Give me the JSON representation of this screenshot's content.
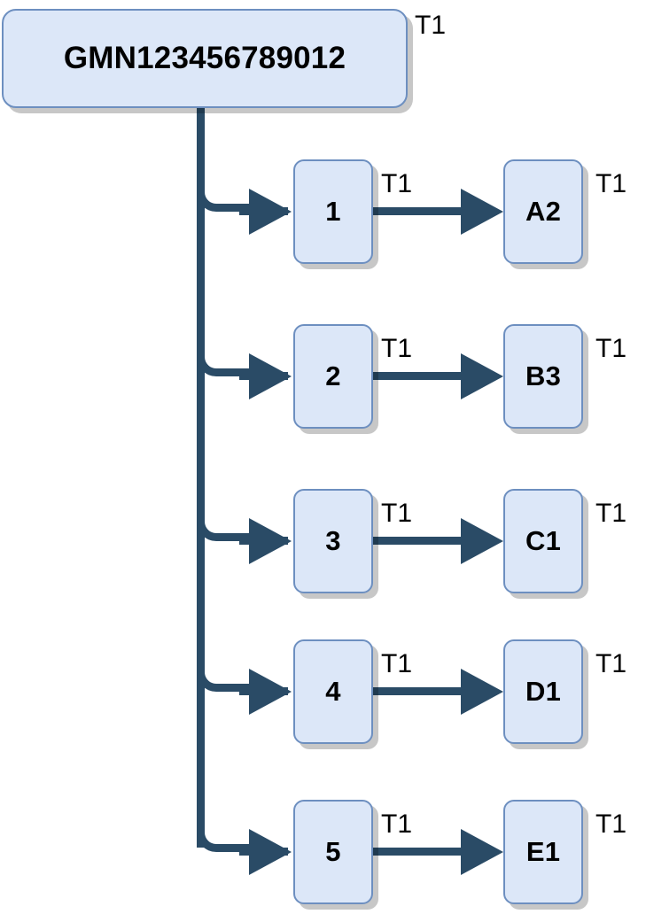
{
  "diagram": {
    "type": "tree",
    "background_color": "#ffffff",
    "node_fill": "#dce7f8",
    "node_border": "#6d8fc0",
    "connector_color": "#2a4b66",
    "shadow_color": "#b8b8b8",
    "root": {
      "label": "GMN123456789012",
      "edge_label": "T1"
    },
    "branches": [
      {
        "middle": "1",
        "middle_edge_label": "T1",
        "end": "A2",
        "end_edge_label": "T1"
      },
      {
        "middle": "2",
        "middle_edge_label": "T1",
        "end": "B3",
        "end_edge_label": "T1"
      },
      {
        "middle": "3",
        "middle_edge_label": "T1",
        "end": "C1",
        "end_edge_label": "T1"
      },
      {
        "middle": "4",
        "middle_edge_label": "T1",
        "end": "D1",
        "end_edge_label": "T1"
      },
      {
        "middle": "5",
        "middle_edge_label": "T1",
        "end": "E1",
        "end_edge_label": "T1"
      }
    ]
  }
}
